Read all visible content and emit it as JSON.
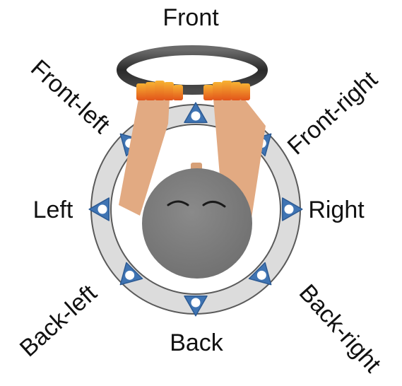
{
  "labels": {
    "front": "Front",
    "front_left": "Front-left",
    "front_right": "Front-right",
    "left": "Left",
    "right": "Right",
    "back_left": "Back-left",
    "back": "Back",
    "back_right": "Back-right"
  },
  "colors": {
    "ring": "#dcdcdc",
    "ring_stroke": "#5a5a5a",
    "marker": "#3f74b3",
    "marker_dot": "#ffffff",
    "arm": "#e2aa82",
    "head": "#7b7b7b",
    "handle": "#2f2f2f",
    "hand": "#e8641c",
    "hand_highlight": "#f6a623"
  },
  "icons": {
    "ring": "ring-icon",
    "marker": "triangle-marker-icon",
    "handle": "handle-ring-icon",
    "hands": "hand-icon",
    "person": "person-topdown-icon"
  }
}
